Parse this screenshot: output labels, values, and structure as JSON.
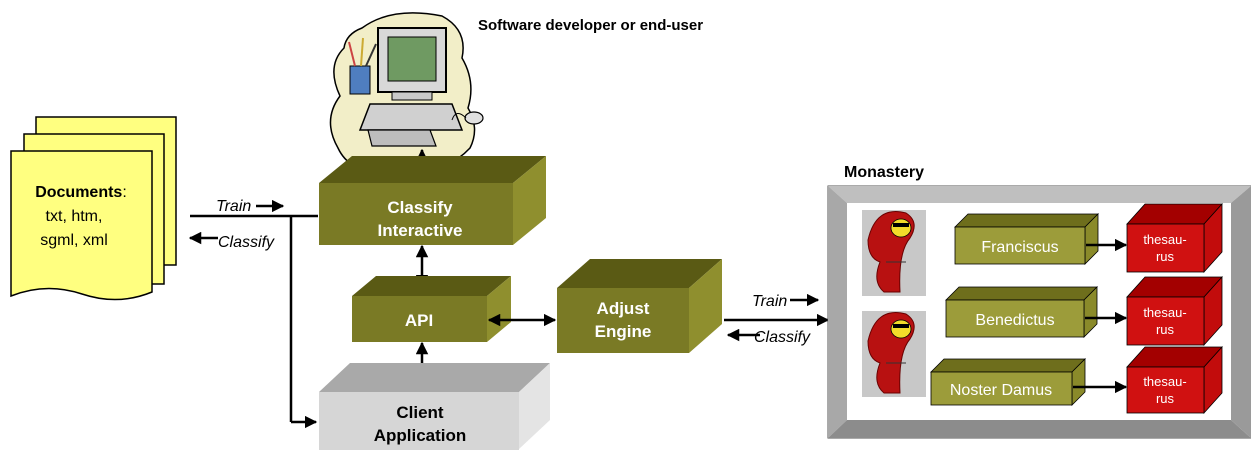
{
  "user_caption": "Software developer or end-user",
  "documents": {
    "title": "Documents",
    "title_suffix": ":",
    "lines": [
      "txt, htm,",
      "sgml, xml"
    ]
  },
  "links": {
    "train_left": "Train",
    "classify_left": "Classify",
    "train_right": "Train",
    "classify_right": "Classify"
  },
  "boxes": {
    "classify_interactive": [
      "Classify",
      "Interactive"
    ],
    "api": "API",
    "adjust_engine": [
      "Adjust",
      "Engine"
    ],
    "client_application": [
      "Client",
      "Application"
    ]
  },
  "monastery": {
    "title": "Monastery",
    "monks": [
      "Franciscus",
      "Benedictus",
      "Noster Damus"
    ],
    "thesaurus": [
      "thesau-",
      "rus"
    ]
  },
  "colors": {
    "olive_front": "#7a7a25",
    "olive_top": "#5a5a14",
    "olive_side": "#8f8f2e",
    "light_olive": "#9c9c3a",
    "red_front": "#d01111",
    "red_top": "#a30000",
    "doc_yellow": "#ffff80",
    "gray_front": "#d6d6d6"
  }
}
